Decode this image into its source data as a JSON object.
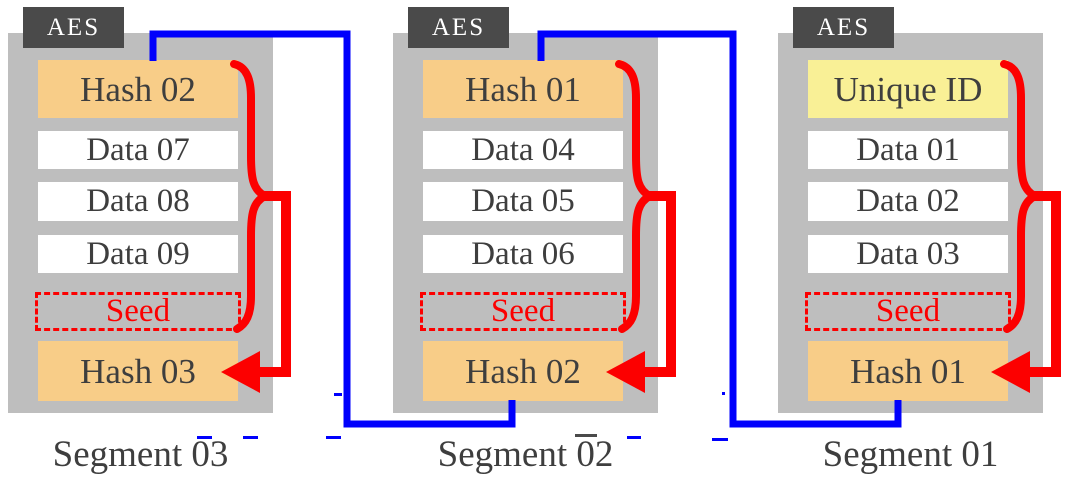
{
  "colors": {
    "panel": "#bebebe",
    "tag_bg": "#4a4a4a",
    "hash": "#f8cd88",
    "unique": "#f9f096",
    "data": "#ffffff",
    "text": "#3e3e3e",
    "accent_red": "#fc0000",
    "accent_blue": "#0000fc"
  },
  "segments": [
    {
      "tag": "AES",
      "caption": "Segment 03",
      "rows": [
        {
          "label": "Hash 02",
          "type": "hash"
        },
        {
          "label": "Data 07",
          "type": "data"
        },
        {
          "label": "Data 08",
          "type": "data"
        },
        {
          "label": "Data 09",
          "type": "data"
        },
        {
          "label": "Seed",
          "type": "seed"
        },
        {
          "label": "Hash 03",
          "type": "hash"
        }
      ]
    },
    {
      "tag": "AES",
      "caption": "Segment 02",
      "rows": [
        {
          "label": "Hash 01",
          "type": "hash"
        },
        {
          "label": "Data 04",
          "type": "data"
        },
        {
          "label": "Data 05",
          "type": "data"
        },
        {
          "label": "Data 06",
          "type": "data"
        },
        {
          "label": "Seed",
          "type": "seed"
        },
        {
          "label": "Hash 02",
          "type": "hash"
        }
      ]
    },
    {
      "tag": "AES",
      "caption": "Segment 01",
      "rows": [
        {
          "label": "Unique ID",
          "type": "unique"
        },
        {
          "label": "Data 01",
          "type": "data"
        },
        {
          "label": "Data 02",
          "type": "data"
        },
        {
          "label": "Data 03",
          "type": "data"
        },
        {
          "label": "Seed",
          "type": "seed"
        },
        {
          "label": "Hash 01",
          "type": "hash"
        }
      ]
    }
  ]
}
